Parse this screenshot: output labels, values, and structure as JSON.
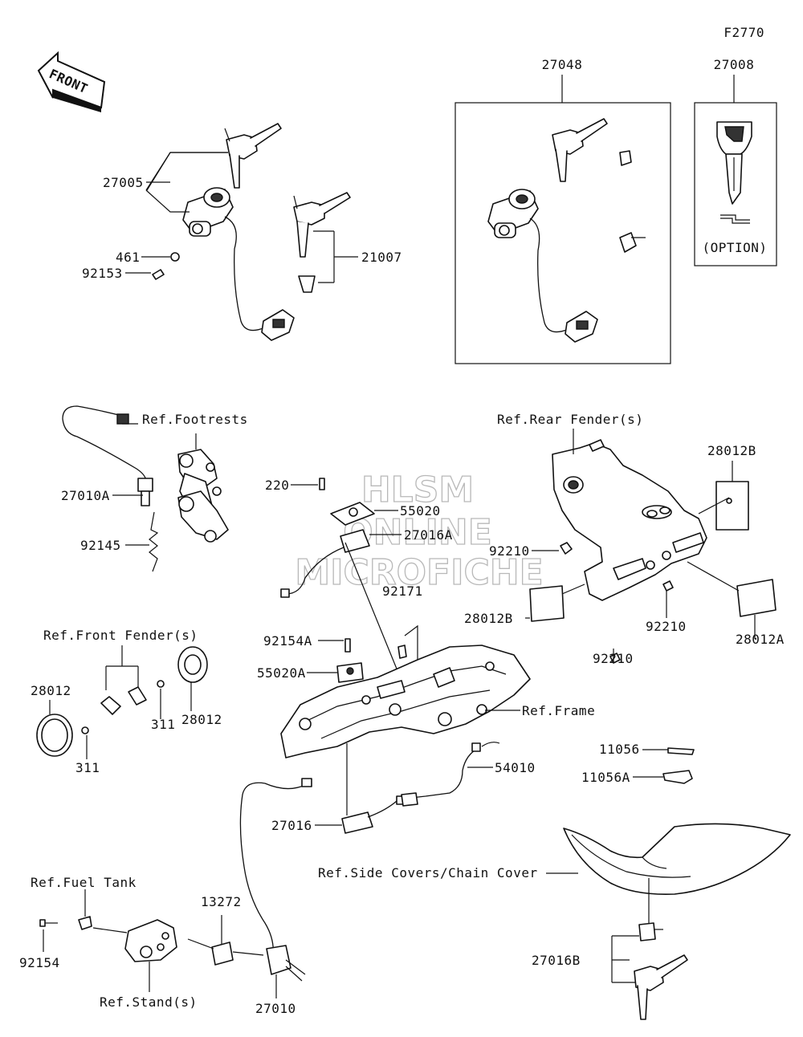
{
  "diagram_code": "F2770",
  "front_label": "FRONT",
  "watermark": {
    "line1": "HLSM",
    "line2": "ONLINE",
    "line3": "MICROFICHE"
  },
  "labels": {
    "p27048": "27048",
    "p27008": "27008",
    "option": "(OPTION)",
    "p27005": "27005",
    "p461": "461",
    "p92153": "92153",
    "p21007": "21007",
    "ref_footrests": "Ref.Footrests",
    "p27010A": "27010A",
    "p92145": "92145",
    "ref_rear_fender": "Ref.Rear Fender(s)",
    "p28012B_top": "28012B",
    "p220": "220",
    "p55020": "55020",
    "p27016A": "27016A",
    "p92210_a": "92210",
    "p92171": "92171",
    "p92154A": "92154A",
    "p55020A": "55020A",
    "p28012B_mid": "28012B",
    "p92210_b": "92210",
    "p92210_c": "92210",
    "p28012A": "28012A",
    "ref_front_fender": "Ref.Front Fender(s)",
    "p28012_left": "28012",
    "p311_a": "311",
    "p28012_right": "28012",
    "p311_b": "311",
    "ref_frame": "Ref.Frame",
    "p11056": "11056",
    "p11056A": "11056A",
    "p54010": "54010",
    "p27016": "27016",
    "ref_side_covers": "Ref.Side Covers/Chain Cover",
    "ref_fuel_tank": "Ref.Fuel Tank",
    "p13272": "13272",
    "p92154": "92154",
    "ref_stand": "Ref.Stand(s)",
    "p27010": "27010",
    "p27016B": "27016B"
  }
}
